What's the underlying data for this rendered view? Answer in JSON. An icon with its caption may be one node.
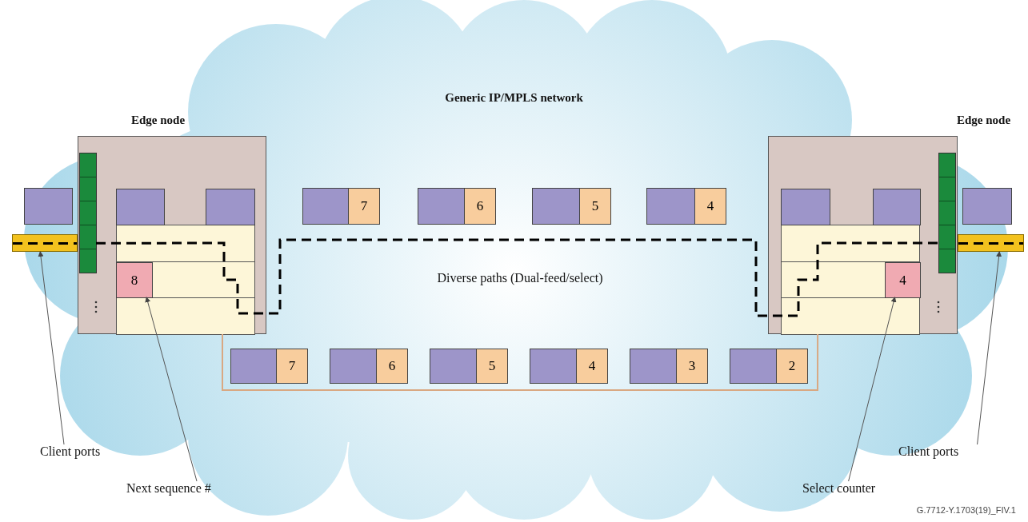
{
  "diagram": {
    "nodes": [
      {
        "text": [
          "Generic IP/MPLS network"
        ]
      },
      {
        "text": [
          "Edge node"
        ],
        "in": 0
      },
      {
        "text": [
          "Edge node"
        ],
        "in": 0
      },
      {
        "text": [],
        "shape": "box"
      },
      {
        "text": [],
        "shape": "bar"
      },
      {
        "text": [],
        "shape": "box",
        "in": 1
      },
      {
        "text": [],
        "shape": "box",
        "in": 1
      },
      {
        "text": [
          "8"
        ],
        "in": 1
      },
      {
        "text": [
          "7"
        ],
        "in": 0
      },
      {
        "text": [
          "6"
        ],
        "in": 0
      },
      {
        "text": [
          "5"
        ],
        "in": 0
      },
      {
        "text": [
          "4"
        ],
        "in": 0
      },
      {
        "text": [],
        "shape": "box",
        "in": 2
      },
      {
        "text": [],
        "shape": "box",
        "in": 2
      },
      {
        "text": [
          "4"
        ],
        "in": 2
      },
      {
        "text": [],
        "shape": "box"
      },
      {
        "text": [],
        "shape": "bar"
      },
      {
        "text": [
          "7"
        ],
        "in": 0
      },
      {
        "text": [
          "6"
        ],
        "in": 0
      },
      {
        "text": [
          "5"
        ],
        "in": 0
      },
      {
        "text": [
          "4"
        ],
        "in": 0
      },
      {
        "text": [
          "3"
        ],
        "in": 0
      },
      {
        "text": [
          "2"
        ],
        "in": 0
      },
      {
        "text": [
          "Client ports"
        ]
      },
      {
        "text": [
          "Next sequence #"
        ]
      },
      {
        "text": [
          "Select counter"
        ]
      },
      {
        "text": [
          "Client ports"
        ]
      },
      {
        "text": [],
        "shape": "bar",
        "in": 1
      },
      {
        "text": [],
        "shape": "bar",
        "in": 2
      }
    ],
    "edges": [
      {
        "from": 27,
        "to": 28,
        "arrow": "none",
        "style": "dashed",
        "color": "#000000"
      },
      {
        "from": 1,
        "to": 2,
        "arrow": "none",
        "color": "#d9a882"
      },
      {
        "from": 23,
        "to": 4,
        "arrow": "to"
      },
      {
        "from": 24,
        "to": 7,
        "arrow": "to"
      },
      {
        "from": 25,
        "to": 14,
        "arrow": "to"
      },
      {
        "from": 26,
        "to": 16,
        "arrow": "to"
      }
    ],
    "labels": [
      "Diverse paths (Dual-feed/select)",
      "G.7712-Y.1703(19)_FIV.1"
    ]
  }
}
